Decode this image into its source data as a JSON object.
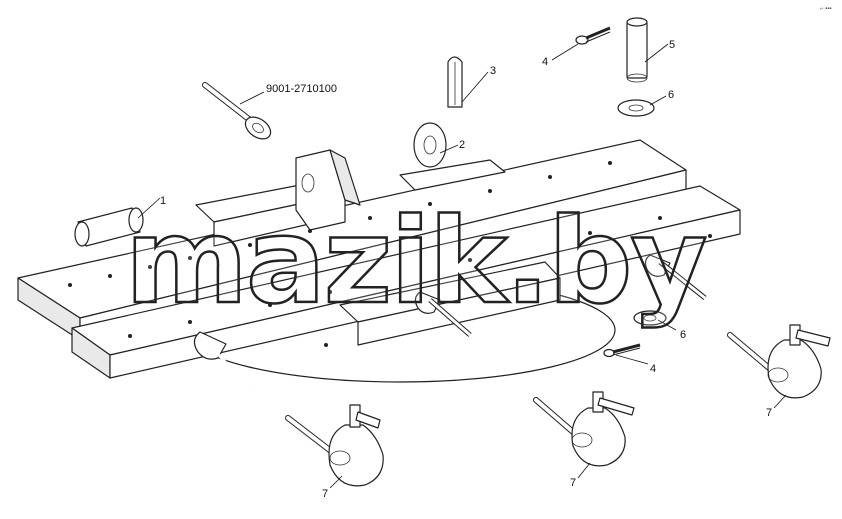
{
  "diagram": {
    "labels": {
      "part_number": "9001-2710100",
      "item_1": "1",
      "item_2": "2",
      "item_3": "3",
      "item_4_top": "4",
      "item_5": "5",
      "item_6_top": "6",
      "item_6_right": "6",
      "item_4_right": "4",
      "item_7_left": "7",
      "item_7_center": "7",
      "item_7_right": "7"
    },
    "watermark": "mazik.by",
    "corner_mark": "⌐ ▪▪▪"
  }
}
